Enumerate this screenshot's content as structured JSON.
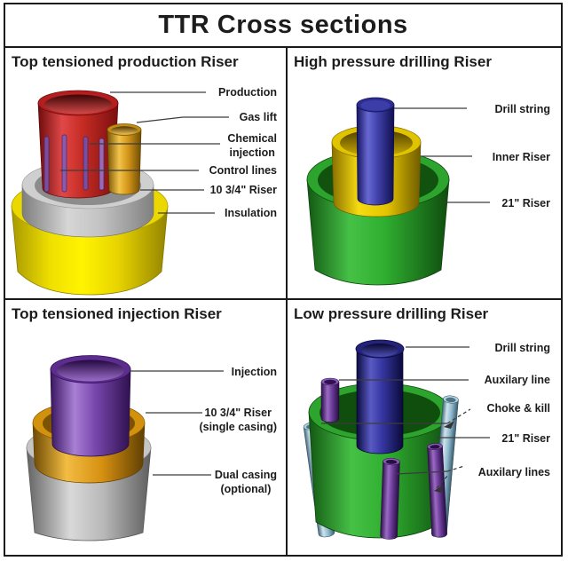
{
  "title": "TTR Cross sections",
  "quadrants": {
    "production": {
      "title": "Top tensioned production Riser",
      "labels": {
        "production": "Production",
        "gas_lift": "Gas lift",
        "chemical_line1": "Chemical",
        "chemical_line2": "injection",
        "control_lines": "Control lines",
        "riser": "10 3/4\" Riser",
        "insulation": "Insulation"
      }
    },
    "high_pressure": {
      "title": "High pressure drilling Riser",
      "labels": {
        "drill_string": "Drill string",
        "inner_riser": "Inner Riser",
        "riser_21": "21\" Riser"
      }
    },
    "injection": {
      "title": "Top tensioned injection Riser",
      "labels": {
        "injection": "Injection",
        "riser_line1": "10 3/4\" Riser",
        "riser_line2": "(single casing)",
        "dual_casing_line1": "Dual casing",
        "dual_casing_line2": "(optional)"
      }
    },
    "low_pressure": {
      "title": "Low pressure drilling Riser",
      "labels": {
        "drill_string": "Drill string",
        "auxilary_line": "Auxilary line",
        "choke_kill": "Choke & kill",
        "riser_21": "21\" Riser",
        "auxilary_lines": "Auxilary lines"
      }
    }
  },
  "colors": {
    "production_red": "#c62c24",
    "gas_lift_gold": "#d29418",
    "insulation_yellow": "#f0e000",
    "riser_gray": "#c2c2c2",
    "drill_string_blue": "#3636a2",
    "inner_riser_yellow": "#e4c400",
    "riser_green": "#2fae2f",
    "injection_purple": "#7a48ae",
    "single_casing_orange": "#d69010",
    "dual_casing_gray": "#b8b8b8",
    "choke_kill_steel": "#8fb8cc",
    "auxilary_purple": "#6a3a98",
    "line_color": "#3c3c3c",
    "border_color": "#1a1a1a"
  }
}
